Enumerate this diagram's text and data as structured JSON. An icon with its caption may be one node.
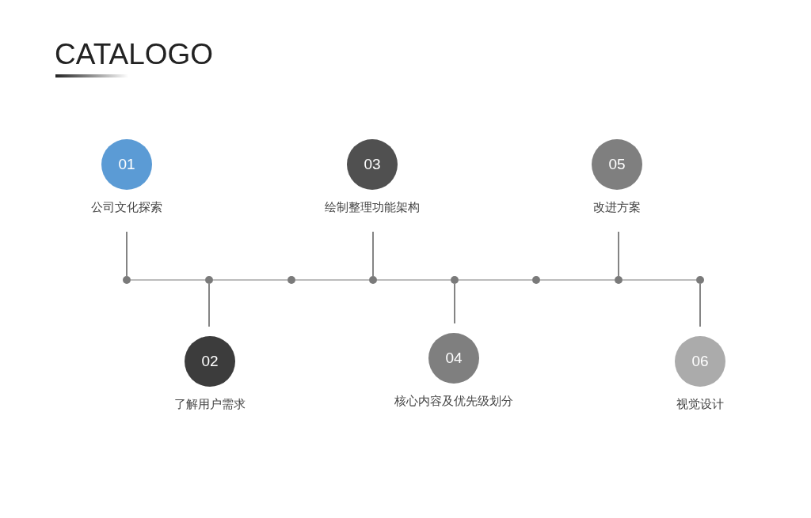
{
  "diagram": {
    "title": "CATALOGO",
    "nodes": [
      {
        "text": [
          "01"
        ],
        "beside": [
          "公司文化探索"
        ]
      },
      {
        "text": [
          "02"
        ],
        "beside": [
          "了解用户需求"
        ]
      },
      {
        "text": [
          "03"
        ],
        "beside": [
          "绘制整理功能架构"
        ]
      },
      {
        "text": [
          "04"
        ],
        "beside": [
          "核心内容及优先级划分"
        ]
      },
      {
        "text": [
          "05"
        ],
        "beside": [
          "改进方案"
        ]
      },
      {
        "text": [
          "06"
        ],
        "beside": [
          "视觉设计"
        ]
      },
      {
        "text": [],
        "shape": "circle"
      },
      {
        "text": [],
        "shape": "circle"
      },
      {
        "text": [],
        "shape": "circle"
      },
      {
        "text": [],
        "shape": "circle"
      },
      {
        "text": [],
        "shape": "circle"
      },
      {
        "text": [],
        "shape": "circle"
      },
      {
        "text": [],
        "shape": "circle"
      },
      {
        "text": [],
        "shape": "circle"
      }
    ],
    "edges": [
      {
        "from": 0,
        "to": 6,
        "arrow": "none",
        "color": "#666666"
      },
      {
        "from": 1,
        "to": 7,
        "arrow": "none",
        "color": "#666666"
      },
      {
        "from": 2,
        "to": 9,
        "arrow": "none",
        "color": "#666666"
      },
      {
        "from": 3,
        "to": 10,
        "arrow": "none",
        "color": "#666666"
      },
      {
        "from": 4,
        "to": 12,
        "arrow": "none",
        "color": "#666666"
      },
      {
        "from": 5,
        "to": 13,
        "arrow": "none",
        "color": "#666666"
      },
      {
        "from": 6,
        "to": 7,
        "arrow": "none"
      },
      {
        "from": 7,
        "to": 8,
        "arrow": "none"
      },
      {
        "from": 8,
        "to": 9,
        "arrow": "none"
      },
      {
        "from": 9,
        "to": 10,
        "arrow": "none"
      },
      {
        "from": 10,
        "to": 11,
        "arrow": "none"
      },
      {
        "from": 11,
        "to": 12,
        "arrow": "none"
      },
      {
        "from": 12,
        "to": 13,
        "arrow": "none"
      }
    ]
  }
}
